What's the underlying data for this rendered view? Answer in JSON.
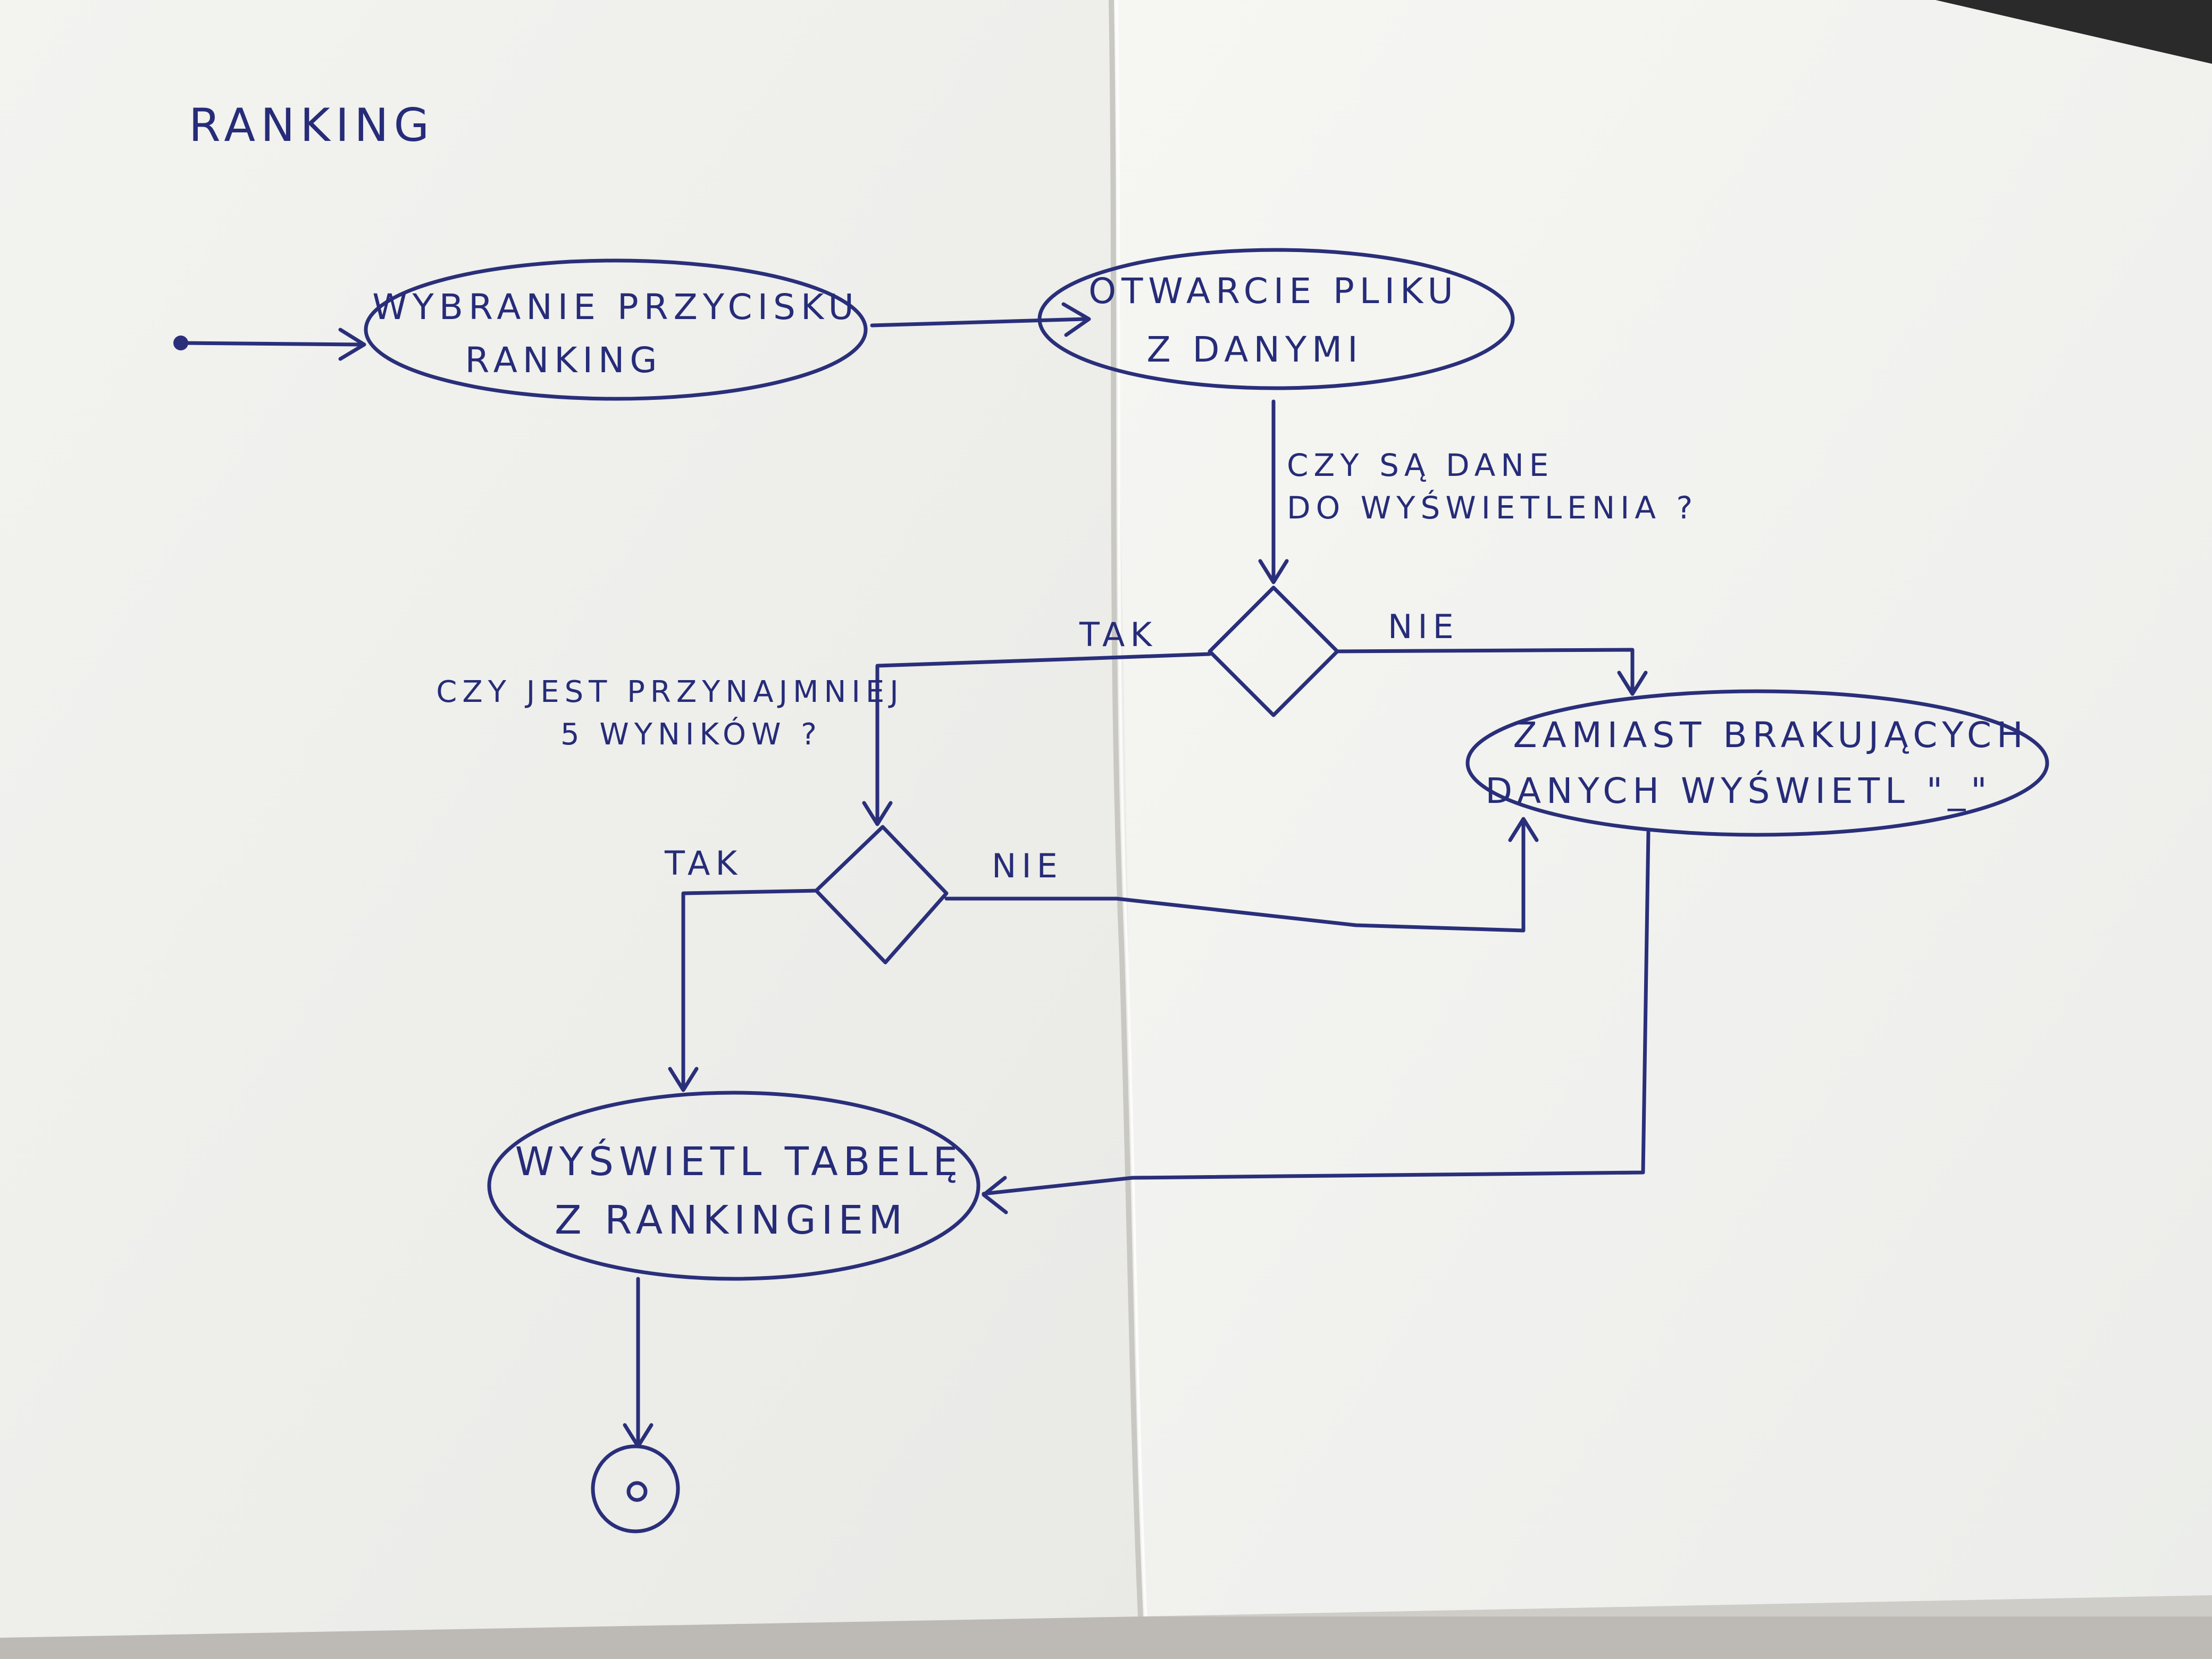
{
  "diagram": {
    "title": "RANKING",
    "nodes": {
      "start_action": {
        "line1": "WYBRANIE PRZYCISKU",
        "line2": "RANKING"
      },
      "open_file": {
        "line1": "OTWARCIE PLIKU",
        "line2": "Z DANYMI"
      },
      "question_data": {
        "line1": "CZY SĄ DANE",
        "line2": "DO WYŚWIETLENIA ?"
      },
      "question_results": {
        "line1": "CZY JEST PRZYNAJMNIEJ",
        "line2": "5 WYNIKÓW ?"
      },
      "missing_data": {
        "line1": "ZAMIAST BRAKUJĄCYCH",
        "line2": "DANYCH WYŚWIETL \"_\""
      },
      "show_table": {
        "line1": "WYŚWIETL TABELĘ",
        "line2": "Z RANKINGIEM"
      }
    },
    "edge_labels": {
      "d1_yes": "TAK",
      "d1_no": "NIE",
      "d2_yes": "TAK",
      "d2_no": "NIE"
    },
    "colors": {
      "ink": "#2a2f7a",
      "paper": "#f4f4f1",
      "background": "#d4d2cd"
    }
  }
}
